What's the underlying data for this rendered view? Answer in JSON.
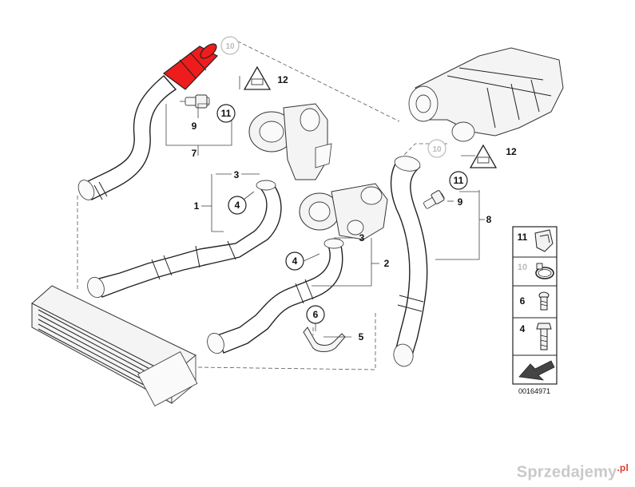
{
  "labels": {
    "c10_top": "10",
    "n12_top": "12",
    "n9_left": "9",
    "c11_left": "11",
    "n7": "7",
    "n3_top": "3",
    "n1": "1",
    "c4_top": "4",
    "n3_mid": "3",
    "n2": "2",
    "c4_mid": "4",
    "c6": "6",
    "n5": "5",
    "c10_right": "10",
    "n12_right": "12",
    "c11_right": "11",
    "n9_right": "9",
    "n8": "8"
  },
  "legend": {
    "rows": [
      {
        "label": "11",
        "faint": false,
        "icon": "clip-icon"
      },
      {
        "label": "10",
        "faint": true,
        "icon": "hose-clamp-icon"
      },
      {
        "label": "6",
        "faint": false,
        "icon": "screw-icon"
      },
      {
        "label": "4",
        "faint": false,
        "icon": "bolt-icon"
      }
    ],
    "part_number": "00164971"
  },
  "watermark": {
    "text": "Sprzedajemy",
    "suffix": ".pl"
  },
  "colors": {
    "highlight": "#ee1c1c",
    "line": "#222222",
    "faint": "#bbbbbb"
  }
}
